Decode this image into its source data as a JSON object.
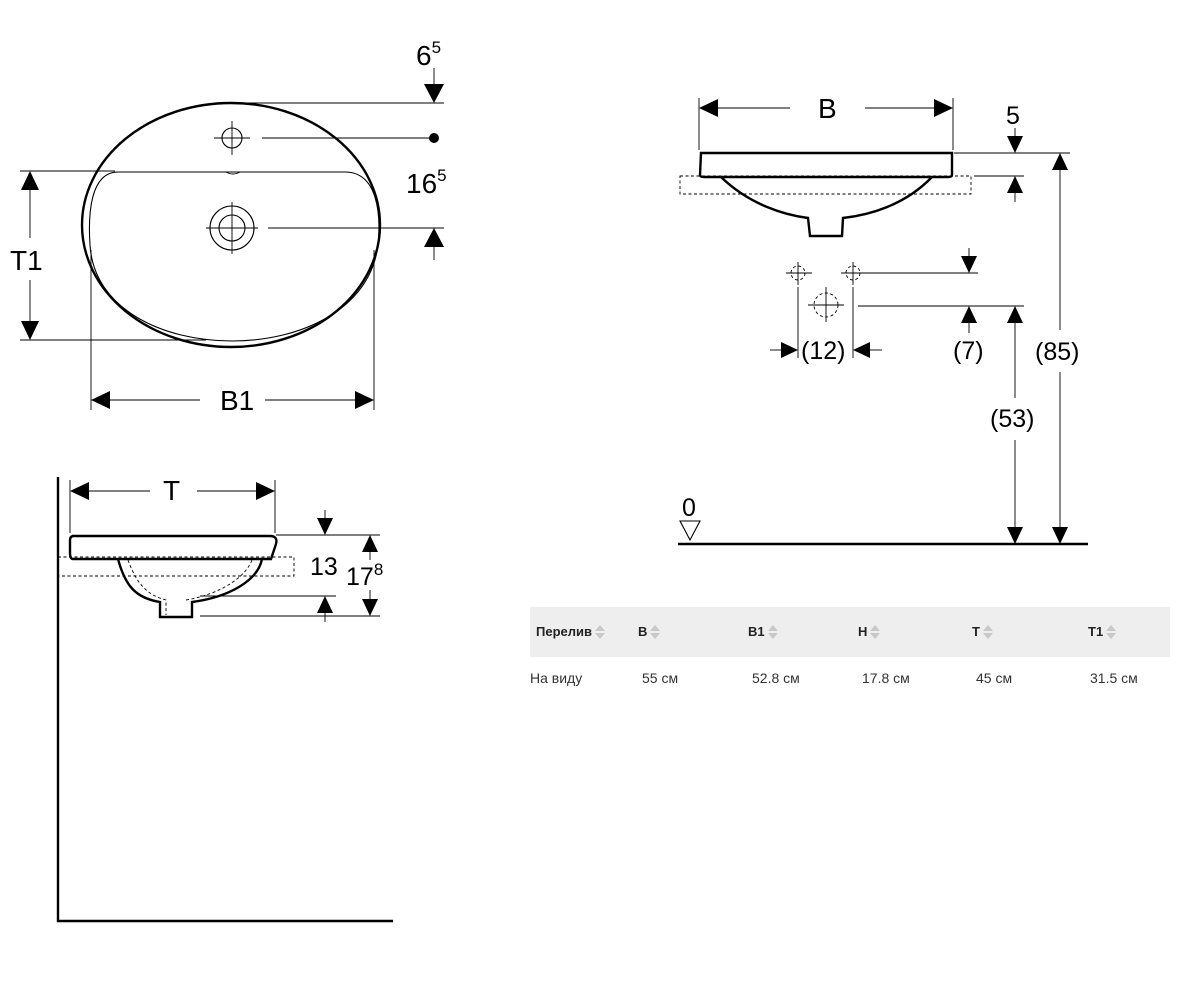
{
  "drawing": {
    "top_view": {
      "dim_top_offset": {
        "base": "6",
        "sup": "5"
      },
      "dim_tap_to_drain": {
        "base": "16",
        "sup": "5"
      },
      "dim_depth_label": "T1",
      "dim_width_label": "B1"
    },
    "side_view": {
      "dim_depth_label": "T",
      "dim_bowl_depth": "13",
      "dim_total_height": {
        "base": "17",
        "sup": "8"
      }
    },
    "front_view": {
      "dim_width_label": "B",
      "dim_rim": "5",
      "dim_hole_spacing": "(12)",
      "dim_hole_offset": "(7)",
      "dim_waste_height": "(53)",
      "dim_rim_height": "(85)",
      "floor_level": "0"
    }
  },
  "table": {
    "headers": [
      "Перелив",
      "B",
      "B1",
      "H",
      "T",
      "T1"
    ],
    "rows": [
      [
        "На виду",
        "55 см",
        "52.8 см",
        "17.8 см",
        "45 см",
        "31.5 см"
      ]
    ]
  },
  "colors": {
    "line": "#000000",
    "table_header_bg": "#eeeeee",
    "sort_icon": "#c8c8c8"
  }
}
